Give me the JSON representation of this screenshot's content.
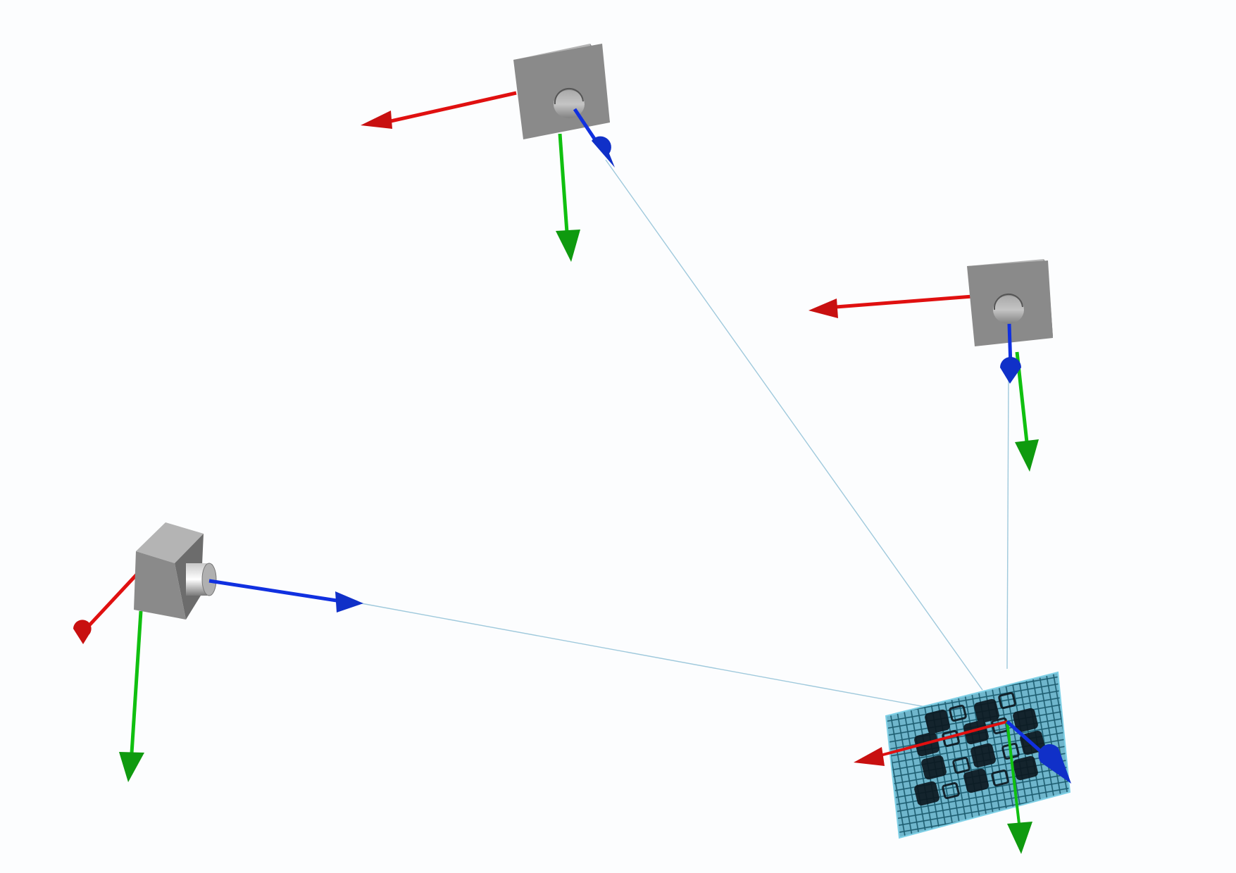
{
  "scene": {
    "background": "#fcfdfe",
    "colors": {
      "x_axis": "#e01010",
      "y_axis": "#10c010",
      "z_axis": "#1030e0",
      "ray": "#9fc9dc",
      "camera_body": "#8a8a8a",
      "camera_top": "#b4b4b4",
      "camera_side": "#6c6c6c",
      "board_fill": "#6fb6cc",
      "board_square": "#0c1820"
    },
    "cameras": [
      {
        "id": "camera-1"
      },
      {
        "id": "camera-2"
      },
      {
        "id": "camera-3"
      }
    ],
    "target": {
      "id": "calibration-board",
      "pattern": "charuco"
    }
  }
}
